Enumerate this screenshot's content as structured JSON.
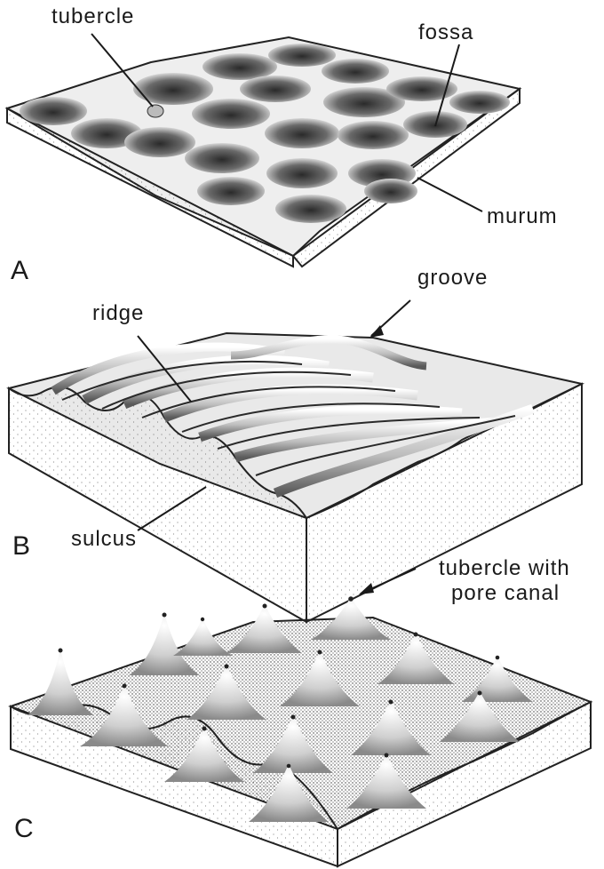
{
  "panels": [
    {
      "letter": "A",
      "labels": {
        "tubercle": "tubercle",
        "fossa": "fossa",
        "murum": "murum"
      }
    },
    {
      "letter": "B",
      "labels": {
        "groove": "groove",
        "ridge": "ridge",
        "sulcus": "sulcus"
      }
    },
    {
      "letter": "C",
      "labels": {
        "tubercle_line1": "tubercle with",
        "tubercle_line2": "pore canal"
      }
    }
  ]
}
